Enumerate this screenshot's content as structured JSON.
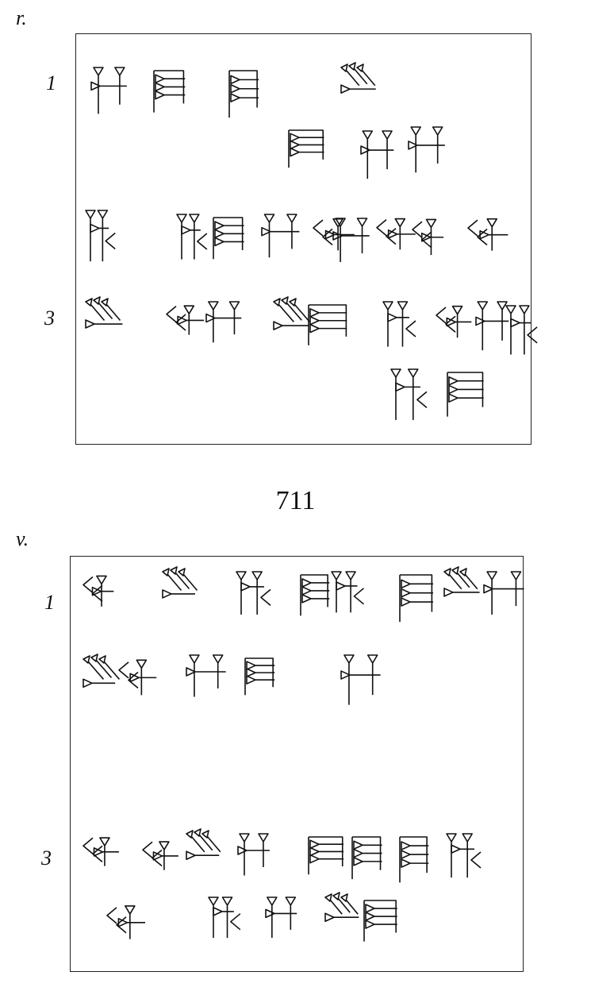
{
  "obverse": {
    "side_label": "r.",
    "line_numbers": [
      "1",
      "3"
    ]
  },
  "text_number": "711",
  "reverse": {
    "side_label": "v.",
    "line_numbers": [
      "1",
      "3"
    ]
  }
}
